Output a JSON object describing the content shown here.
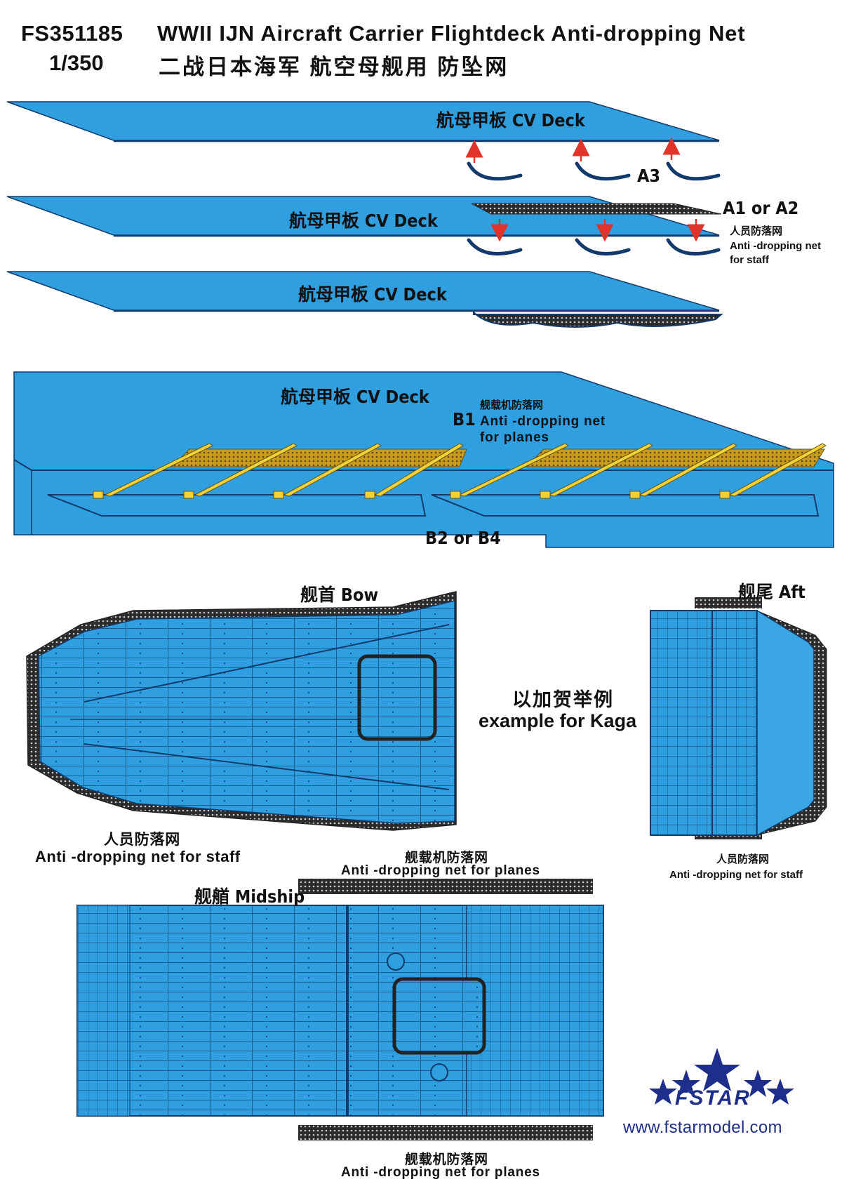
{
  "header": {
    "product_code": "FS351185",
    "scale": "1/350",
    "title_en": "WWII IJN Aircraft Carrier Flightdeck Anti-dropping Net",
    "title_cn": "二战日本海军 航空母舰用 防坠网"
  },
  "diagram_1": {
    "deck_label_1": "航母甲板 CV Deck",
    "deck_label_2": "航母甲板 CV Deck",
    "deck_label_3": "航母甲板 CV Deck",
    "part_a3": "A3",
    "part_a1_a2": "A1 or A2",
    "staff_net_cn": "人员防落网",
    "staff_net_en_1": "Anti -dropping net",
    "staff_net_en_2": "for staff"
  },
  "diagram_2": {
    "deck_label": "航母甲板 CV Deck",
    "part_b1": "B1",
    "planes_net_cn": "舰载机防落网",
    "planes_net_en_1": "Anti -dropping net",
    "planes_net_en_2": "for planes",
    "part_b2_b4": "B2 or B4"
  },
  "diagram_3": {
    "bow_label": "舰首 Bow",
    "aft_label": "舰尾 Aft",
    "example_cn": "以加贺举例",
    "example_en": "example for Kaga",
    "bow_staff_cn": "人员防落网",
    "bow_staff_en": "Anti -dropping net for staff",
    "aft_staff_cn": "人员防落网",
    "aft_staff_en": "Anti -dropping net for staff",
    "midship_label": "舰艏 Midship",
    "midship_top_cn": "舰载机防落网",
    "midship_top_en": "Anti -dropping net for planes",
    "midship_bottom_cn": "舰载机防落网",
    "midship_bottom_en": "Anti -dropping net for planes"
  },
  "brand": {
    "name": "FSTAR",
    "website": "www.fstarmodel.com",
    "color": "#1d2f8a"
  },
  "colors": {
    "deck_blue": "#2f9fe0",
    "deck_edge": "#123a6b",
    "net_yellow": "#f2d23a",
    "arrow_red": "#e0332a"
  }
}
